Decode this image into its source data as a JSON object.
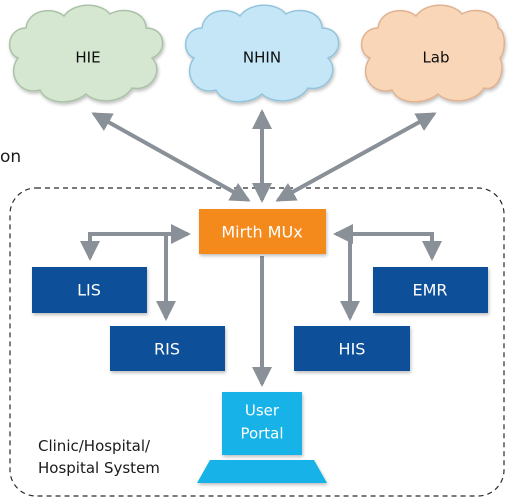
{
  "clouds": {
    "hie": {
      "label": "HIE",
      "color": "#d5e6d1"
    },
    "nhin": {
      "label": "NHIN",
      "color": "#c4e6f7"
    },
    "lab": {
      "label": "Lab",
      "color": "#fad6b9"
    }
  },
  "hub": {
    "label": "Mirth MUx",
    "color": "#f58a1f"
  },
  "systems": {
    "lis": {
      "label": "LIS"
    },
    "ris": {
      "label": "RIS"
    },
    "his": {
      "label": "HIS"
    },
    "emr": {
      "label": "EMR"
    },
    "box_color": "#0d4f98"
  },
  "portal": {
    "line1": "User",
    "line2": "Portal",
    "color": "#13b2e8"
  },
  "boundary": {
    "line1": "Clinic/Hospital/",
    "line2": "Hospital System"
  },
  "cropped_text": "on",
  "colors": {
    "arrow": "#8a9097"
  }
}
